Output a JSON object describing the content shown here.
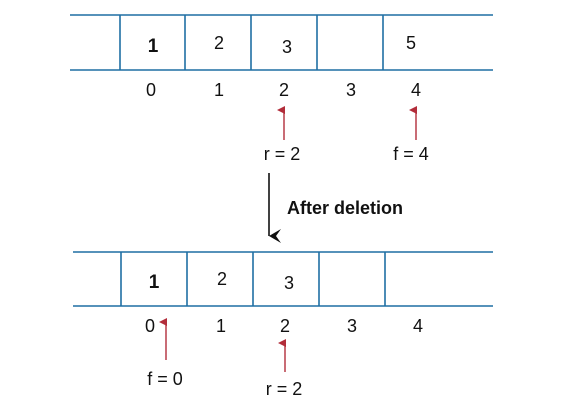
{
  "colors": {
    "queue_border": "#1f6fa3",
    "pointer_arrow": "#b22d3a",
    "flow_arrow": "#111111",
    "text": "#111111"
  },
  "before": {
    "cells": [
      "",
      "1",
      "2",
      "3",
      "",
      "5"
    ],
    "indices": [
      "0",
      "1",
      "2",
      "3",
      "4"
    ],
    "rear_label": "r = 2",
    "front_label": "f = 4"
  },
  "transition": {
    "label": "After deletion"
  },
  "after": {
    "cells": [
      "",
      "1",
      "2",
      "3",
      "",
      ""
    ],
    "indices": [
      "0",
      "1",
      "2",
      "3",
      "4"
    ],
    "front_label": "f = 0",
    "rear_label": "r = 2"
  }
}
